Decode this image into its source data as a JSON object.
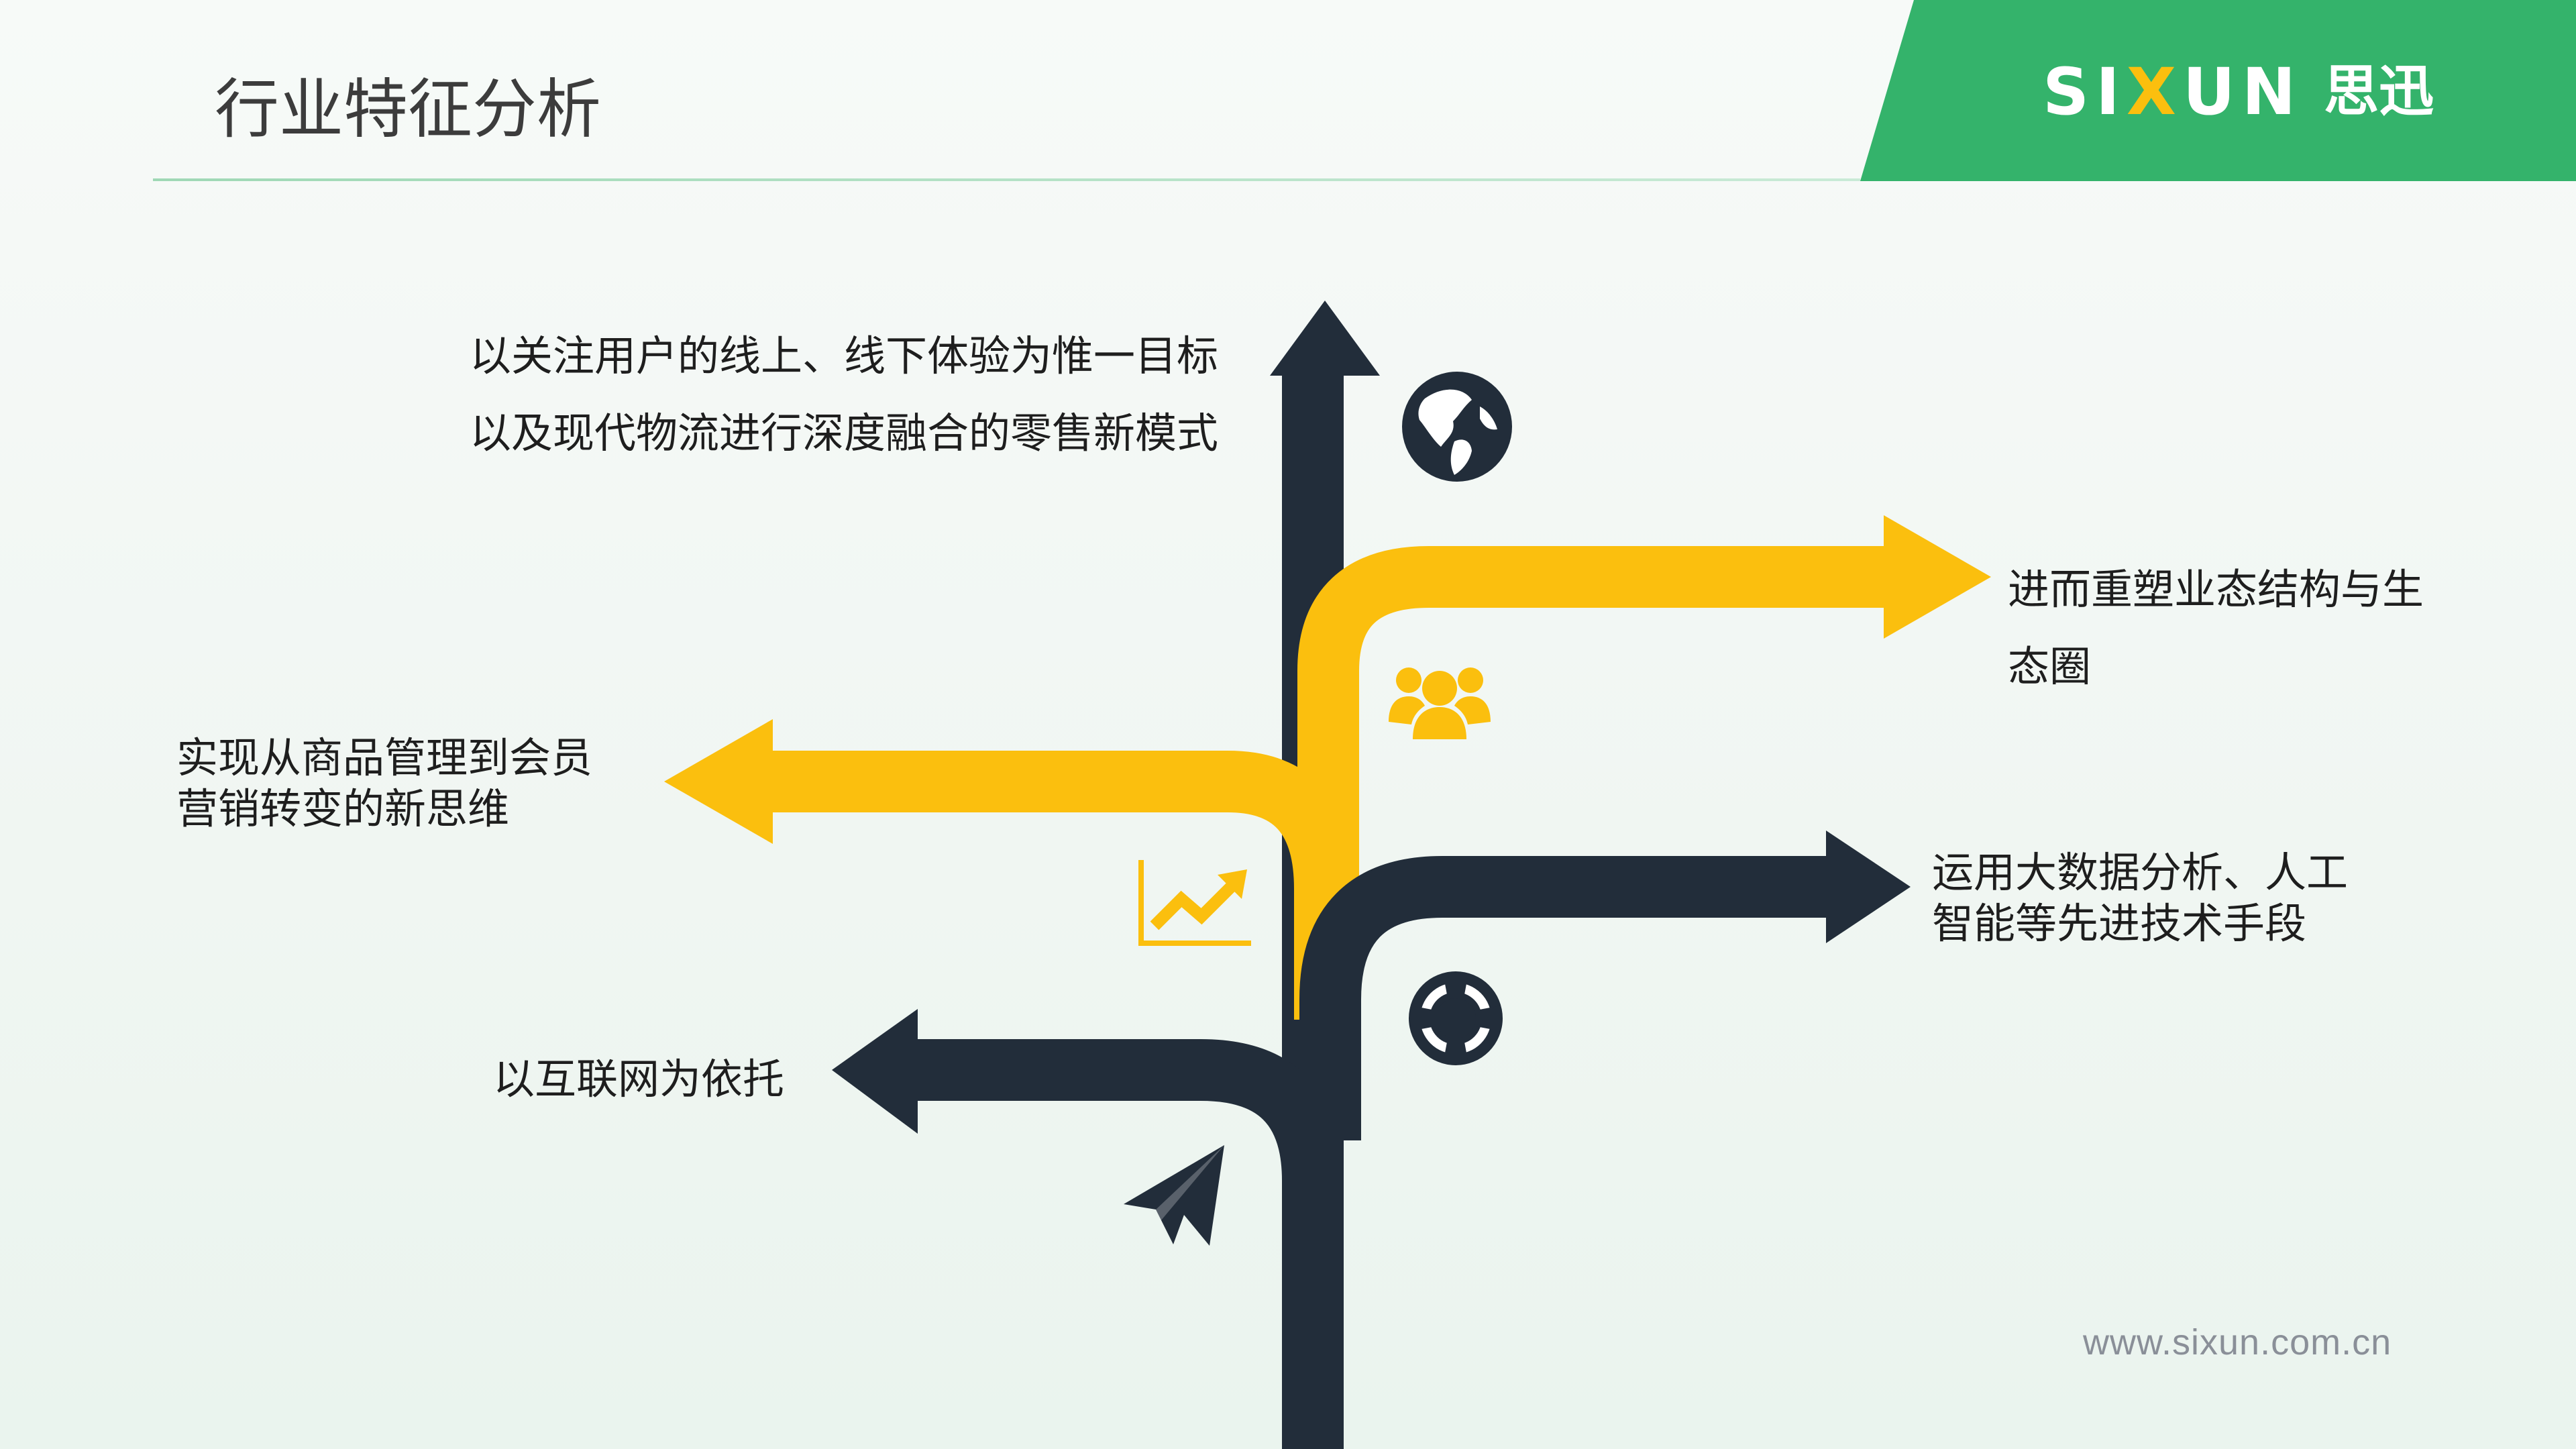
{
  "header": {
    "title": "行业特征分析",
    "logo_latin_a": "SI",
    "logo_latin_x": "X",
    "logo_latin_b": "UN",
    "logo_cjk": "思迅",
    "brand_color": "#34b36b"
  },
  "roads": {
    "dark_color": "#222d3a",
    "accent_color": "#fbbf0e"
  },
  "labels": {
    "top": [
      "以关注用户的线上、线下体验为惟一目标",
      "以及现代物流进行深度融合的零售新模式"
    ],
    "right_upper": [
      "进而重塑业态结构与生",
      "态圈"
    ],
    "left_upper": [
      "实现从商品管理到会员",
      "营销转变的新思维"
    ],
    "right_lower": [
      "运用大数据分析、人工",
      "智能等先进技术手段"
    ],
    "left_lower": [
      "以互联网为依托"
    ]
  },
  "icons": [
    "globe-icon",
    "users-icon",
    "growth-chart-icon",
    "lifebuoy-icon",
    "paper-plane-icon"
  ],
  "footer": {
    "url": "www.sixun.com.cn"
  }
}
